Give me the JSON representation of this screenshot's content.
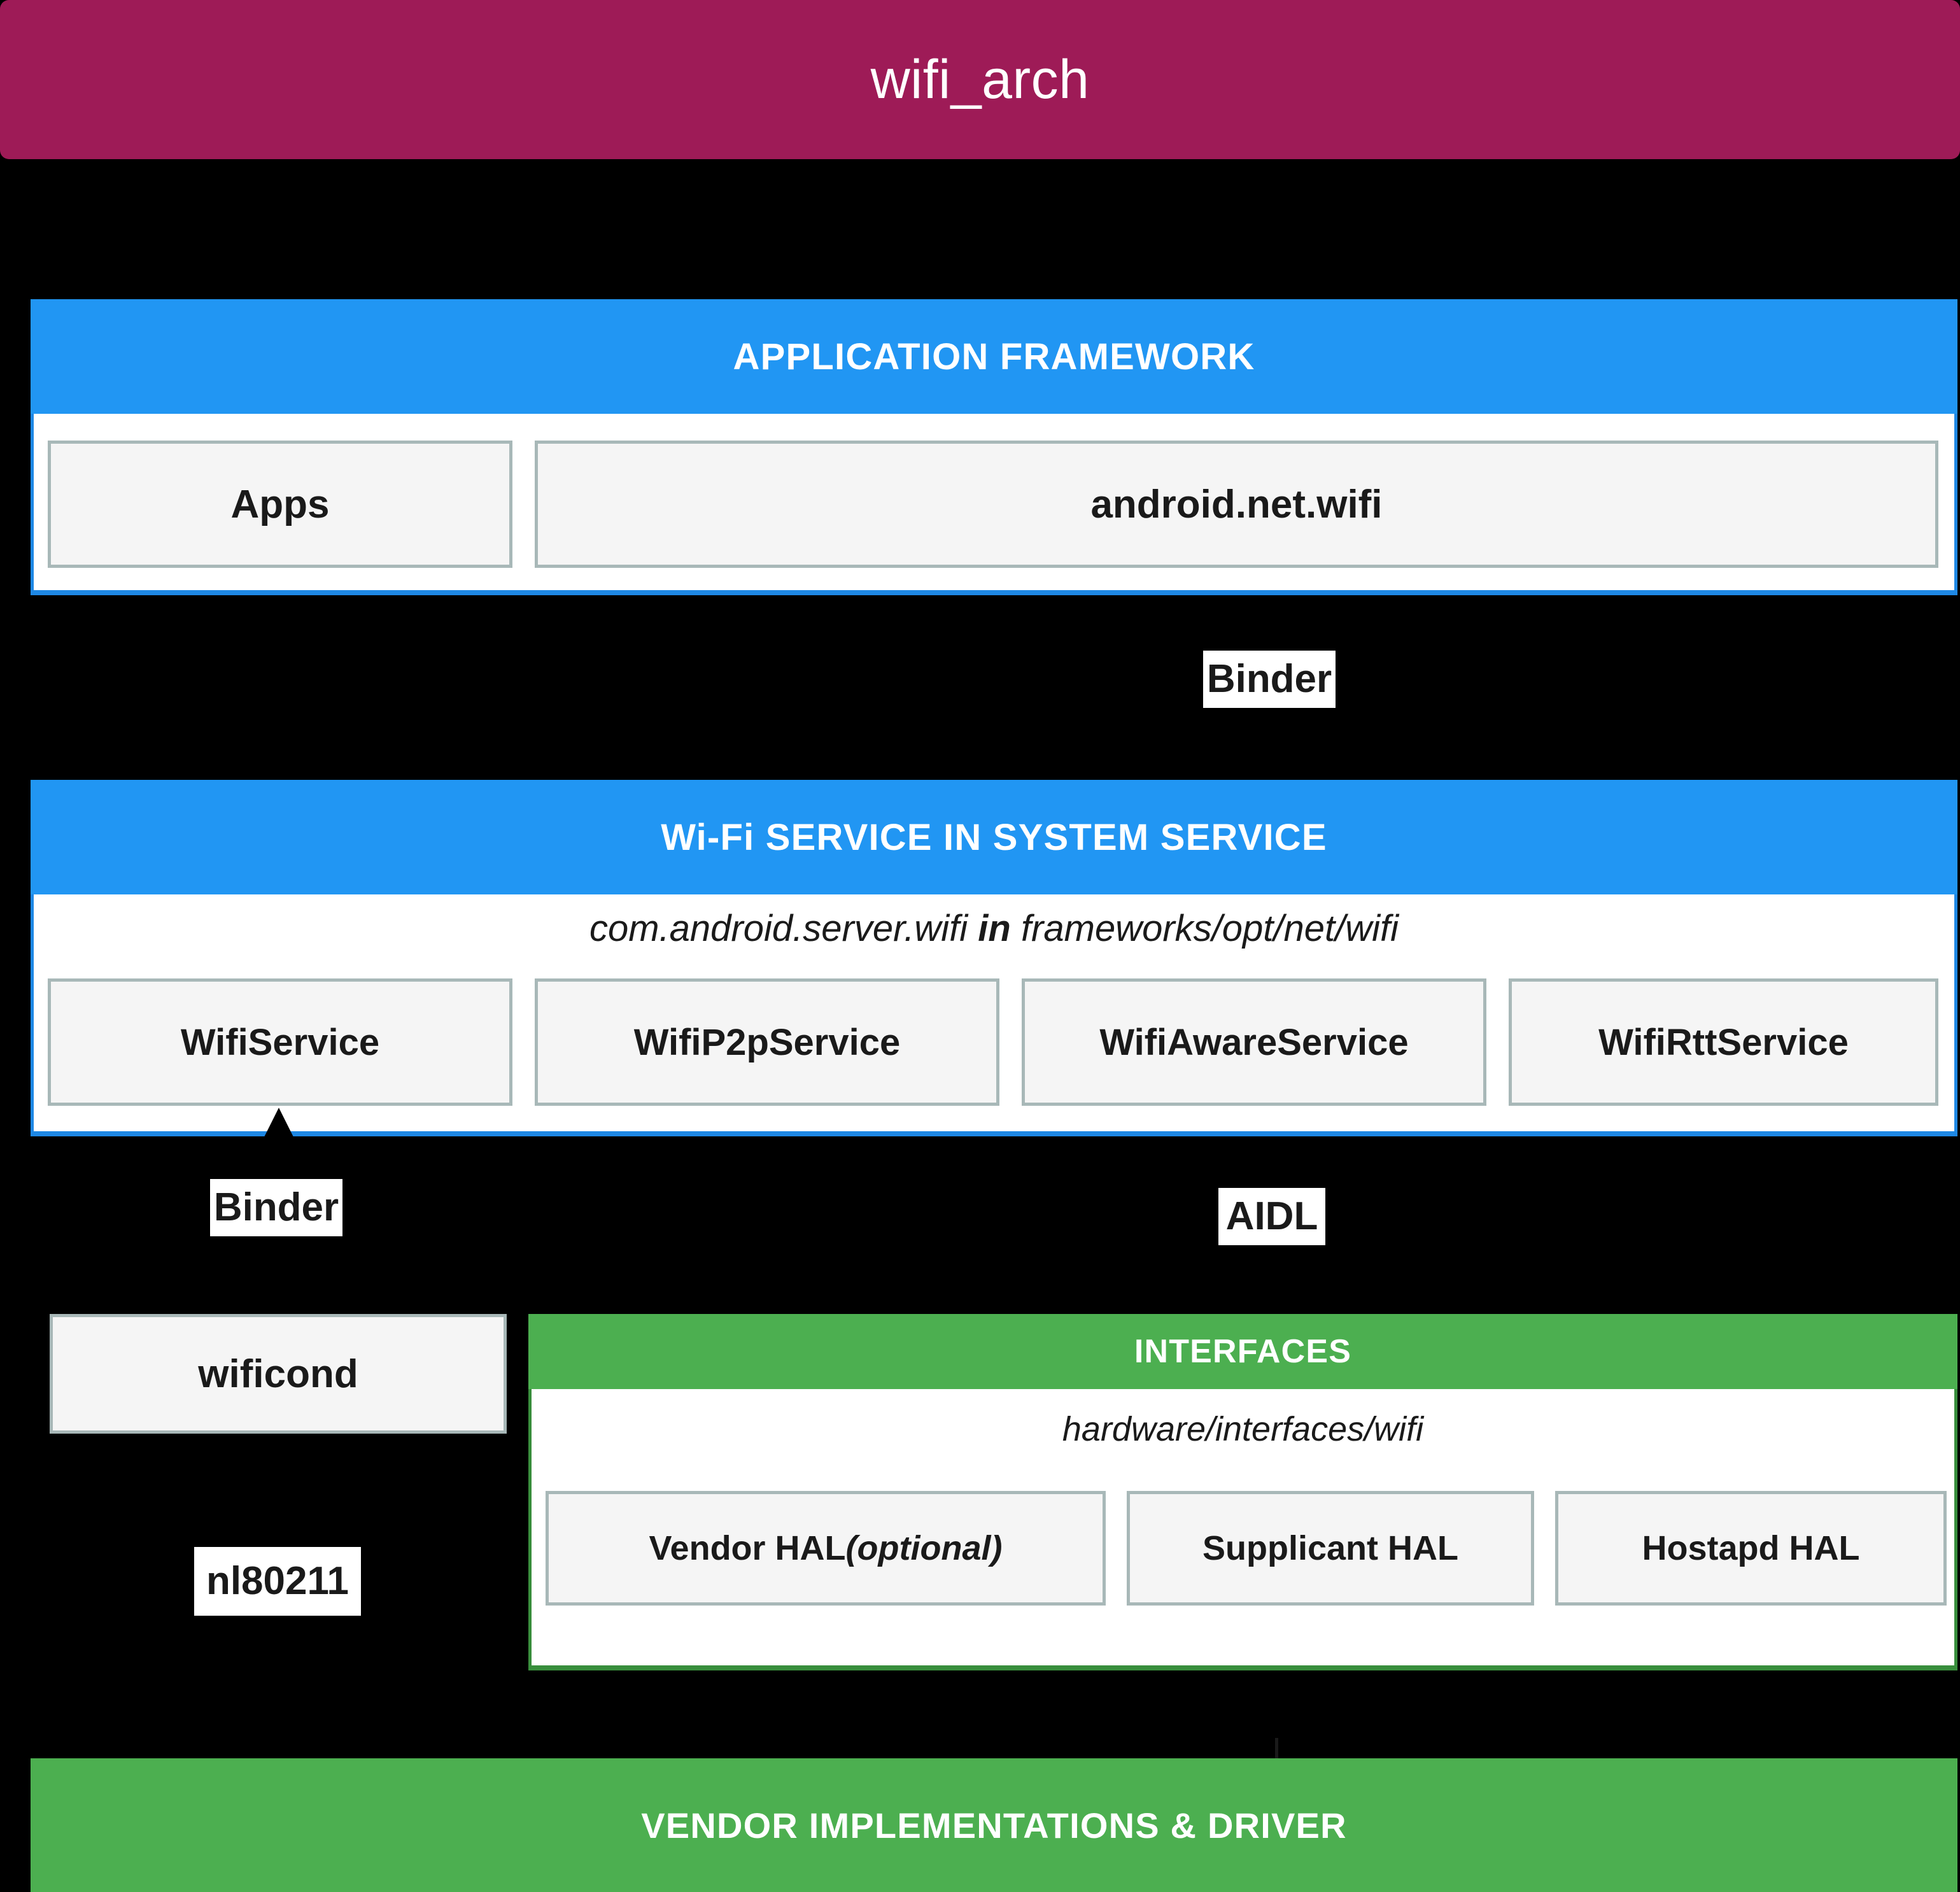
{
  "title_bar": {
    "text": "wifi_arch",
    "background": "#9E1B57",
    "text_color": "#FFFFFF"
  },
  "colors": {
    "page_background": "#000000",
    "blue_header": "#2196F3",
    "blue_border": "#1E88E5",
    "green_header": "#4CAF50",
    "green_border": "#388E3C",
    "box_fill": "#F5F5F5",
    "box_border": "#A8B8B8",
    "panel_body": "#FFFFFF",
    "text_dark": "#1A1A1A"
  },
  "application_framework": {
    "header": "APPLICATION FRAMEWORK",
    "boxes": [
      {
        "label": "Apps"
      },
      {
        "label": "android.net.wifi"
      }
    ]
  },
  "connectors": {
    "binder_top": "Binder",
    "binder_bottom": "Binder",
    "aidl": "AIDL",
    "nl80211": "nl80211"
  },
  "wifi_service": {
    "header": "Wi-Fi SERVICE IN SYSTEM SERVICE",
    "path_prefix": "com.android.server.wifi",
    "path_joiner": "in",
    "path_suffix": "frameworks/opt/net/wifi",
    "boxes": [
      {
        "label": "WifiService"
      },
      {
        "label": "WifiP2pService"
      },
      {
        "label": "WifiAwareService"
      },
      {
        "label": "WifiRttService"
      }
    ]
  },
  "wificond": {
    "label": "wificond"
  },
  "interfaces": {
    "header": "INTERFACES",
    "path": "hardware/interfaces/wifi",
    "boxes": [
      {
        "label_main": "Vendor HAL ",
        "label_italic": "(optional)"
      },
      {
        "label_main": "Supplicant HAL",
        "label_italic": ""
      },
      {
        "label_main": "Hostapd HAL",
        "label_italic": ""
      }
    ]
  },
  "vendor": {
    "header": "VENDOR IMPLEMENTATIONS & DRIVER"
  }
}
